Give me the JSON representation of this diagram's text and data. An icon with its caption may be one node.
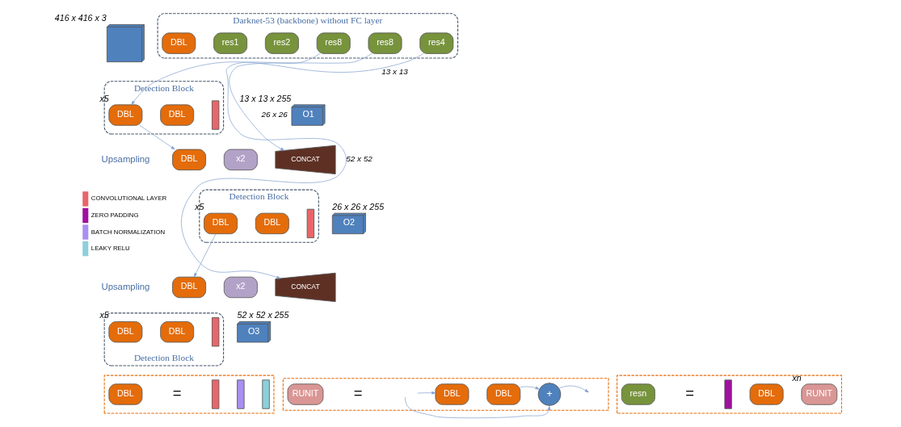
{
  "diagram": {
    "nodes": [
      {
        "text": [],
        "shape": "cube",
        "beside": [
          "416 x 416 x 3"
        ]
      },
      {
        "text": [
          "Darknet-53 (backbone) without FC layer"
        ]
      },
      {
        "text": [
          "DBL"
        ],
        "in": 1
      },
      {
        "text": [
          "res1"
        ],
        "in": 1
      },
      {
        "text": [
          "res2"
        ],
        "in": 1
      },
      {
        "text": [
          "res8"
        ],
        "in": 1
      },
      {
        "text": [
          "res8"
        ],
        "in": 1
      },
      {
        "text": [
          "res4"
        ],
        "in": 1
      },
      {
        "text": [
          "Detection Block"
        ]
      },
      {
        "text": [
          "DBL"
        ],
        "in": 8,
        "beside": [
          "x5"
        ]
      },
      {
        "text": [
          "DBL"
        ],
        "in": 8
      },
      {
        "text": [],
        "shape": "bar",
        "in": 8
      },
      {
        "text": [
          "O1"
        ],
        "beside": [
          "13 x 13 x 255"
        ]
      },
      {
        "text": [
          "DBL"
        ]
      },
      {
        "text": [
          "x2"
        ]
      },
      {
        "text": [
          "CONCAT"
        ]
      },
      {
        "text": [
          "Detection Block"
        ]
      },
      {
        "text": [
          "DBL"
        ],
        "in": 16,
        "beside": [
          "x5"
        ]
      },
      {
        "text": [
          "DBL"
        ],
        "in": 16
      },
      {
        "text": [],
        "shape": "bar",
        "in": 16
      },
      {
        "text": [
          "O2"
        ],
        "beside": [
          "26 x 26 x 255"
        ]
      },
      {
        "text": [
          "DBL"
        ]
      },
      {
        "text": [
          "x2"
        ]
      },
      {
        "text": [
          "CONCAT"
        ]
      },
      {
        "text": [
          "Detection Block"
        ]
      },
      {
        "text": [
          "DBL"
        ],
        "in": 24,
        "beside": [
          "x5"
        ]
      },
      {
        "text": [
          "DBL"
        ],
        "in": 24
      },
      {
        "text": [],
        "shape": "bar",
        "in": 24
      },
      {
        "text": [
          "O3"
        ],
        "beside": [
          "52 x 52 x 255"
        ]
      },
      {
        "text": [],
        "shape": "box"
      },
      {
        "text": [
          "DBL"
        ],
        "in": 29
      },
      {
        "text": [],
        "shape": "bar",
        "in": 29
      },
      {
        "text": [],
        "shape": "bar",
        "in": 29
      },
      {
        "text": [],
        "shape": "bar",
        "in": 29
      },
      {
        "text": [],
        "shape": "box"
      },
      {
        "text": [
          "RUNIT"
        ],
        "in": 34
      },
      {
        "text": [
          "DBL"
        ],
        "in": 34
      },
      {
        "text": [
          "DBL"
        ],
        "in": 34
      },
      {
        "text": [
          "+"
        ],
        "in": 34
      },
      {
        "text": [],
        "shape": "box"
      },
      {
        "text": [
          "resn"
        ],
        "in": 39
      },
      {
        "text": [],
        "shape": "bar",
        "in": 39
      },
      {
        "text": [
          "DBL"
        ],
        "in": 39
      },
      {
        "text": [
          "RUNIT"
        ],
        "in": 39,
        "beside": [
          "xn"
        ]
      }
    ],
    "edges": [
      {
        "from": 7,
        "to": 9,
        "arrow": "to",
        "label": "13 x 13"
      },
      {
        "from": 9,
        "to": 13,
        "arrow": "to"
      },
      {
        "from": 6,
        "to": 15,
        "arrow": "to",
        "label": "26 x 26"
      },
      {
        "from": 17,
        "to": 21,
        "arrow": "to"
      },
      {
        "from": 5,
        "to": 23,
        "arrow": "to",
        "label": "52 x 52"
      },
      {
        "from": null,
        "to": 36,
        "arrow": "to"
      },
      {
        "from": null,
        "to": 38,
        "arrow": "to"
      },
      {
        "from": 37,
        "to": 38,
        "arrow": "to"
      },
      {
        "from": 38,
        "to": null,
        "arrow": "to"
      }
    ],
    "labels": [
      "Upsampling",
      "Upsampling",
      "=",
      "=",
      "="
    ],
    "legend": [
      {
        "text": "CONVOLUTIONAL LAYER",
        "color": "#e8666a"
      },
      {
        "text": "ZERO PADDING",
        "color": "#a0109f"
      },
      {
        "text": "BATCH NORMALIZATION",
        "color": "#a98ff0"
      },
      {
        "text": "LEAKY RELU",
        "color": "#8ecfdc"
      }
    ]
  }
}
